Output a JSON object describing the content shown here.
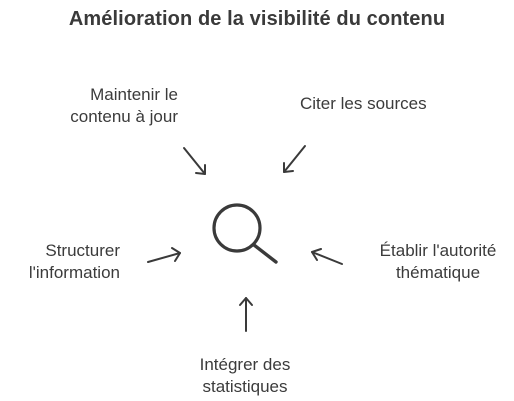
{
  "title": "Amélioration de la visibilité du contenu",
  "center_icon": "magnifier-icon",
  "nodes": {
    "top_left": {
      "line1": "Maintenir le",
      "line2": "contenu à jour"
    },
    "top_right": {
      "line1": "Citer les sources"
    },
    "left": {
      "line1": "Structurer",
      "line2": "l'information"
    },
    "right": {
      "line1": "Établir l'autorité",
      "line2": "thématique"
    },
    "bottom": {
      "line1": "Intégrer des",
      "line2": "statistiques"
    }
  },
  "colors": {
    "text": "#3b3b3b",
    "stroke": "#3a3a3a",
    "background": "#ffffff"
  }
}
